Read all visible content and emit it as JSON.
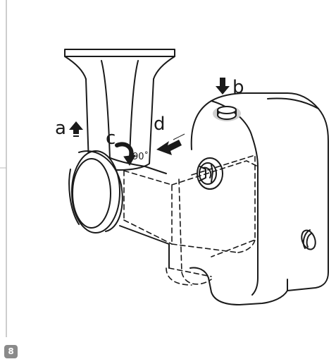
{
  "labels": {
    "a": "a",
    "b": "b",
    "c": "c",
    "d": "d",
    "angle": "90˚"
  },
  "page_number": "8",
  "colors": {
    "line": "#1a1a1a",
    "button_halo": "#cfcfcf",
    "badge": "#8a8a8a",
    "margin_rule": "#bdbdbd"
  }
}
